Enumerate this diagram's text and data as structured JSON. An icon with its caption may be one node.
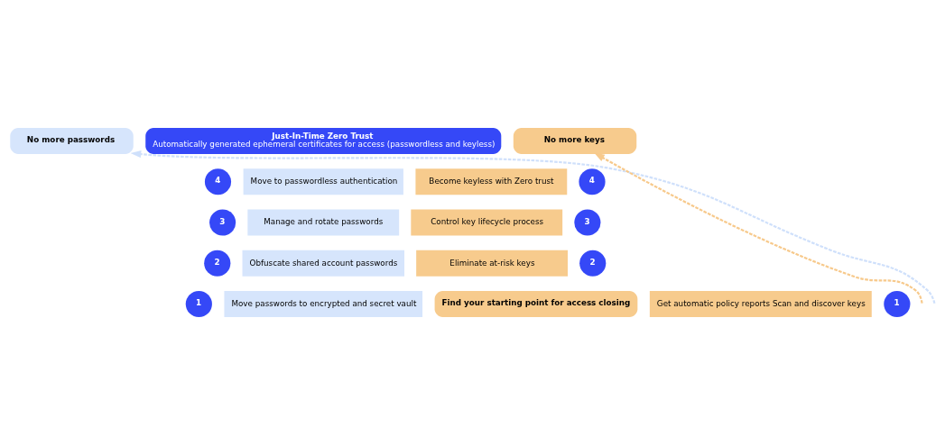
{
  "diagram": {
    "nodes": [
      {
        "text": [
          "Just-In-Time Zero Trust",
          "Automatically generated ephemeral certificates for access (passwordless and keyless)"
        ]
      },
      {
        "text": [
          "No more passwords"
        ]
      },
      {
        "text": [
          "No more keys"
        ]
      },
      {
        "text": [
          "4"
        ]
      },
      {
        "text": [
          "Move to passwordless authentication"
        ]
      },
      {
        "text": [
          "Become keyless with Zero trust"
        ]
      },
      {
        "text": [
          "4"
        ]
      },
      {
        "text": [
          "3"
        ]
      },
      {
        "text": [
          "Manage and rotate passwords"
        ]
      },
      {
        "text": [
          "Control key lifecycle process"
        ]
      },
      {
        "text": [
          "3"
        ]
      },
      {
        "text": [
          "2"
        ]
      },
      {
        "text": [
          "Obfuscate shared account passwords"
        ]
      },
      {
        "text": [
          "Eliminate at-risk keys"
        ]
      },
      {
        "text": [
          "2"
        ]
      },
      {
        "text": [
          "1"
        ]
      },
      {
        "text": [
          "Move passwords to encrypted and secret vault"
        ]
      },
      {
        "text": [
          "Find your starting point for access closing"
        ]
      },
      {
        "text": [
          "Get automatic policy reports Scan and discover keys"
        ]
      },
      {
        "text": [
          "1"
        ]
      }
    ],
    "edges": [
      {
        "from": null,
        "to": 1,
        "arrow": "to",
        "style": "dashed",
        "color": "#cfe0fb"
      },
      {
        "from": null,
        "to": 2,
        "arrow": "to",
        "style": "dashed",
        "color": "#f7c98b"
      }
    ]
  }
}
